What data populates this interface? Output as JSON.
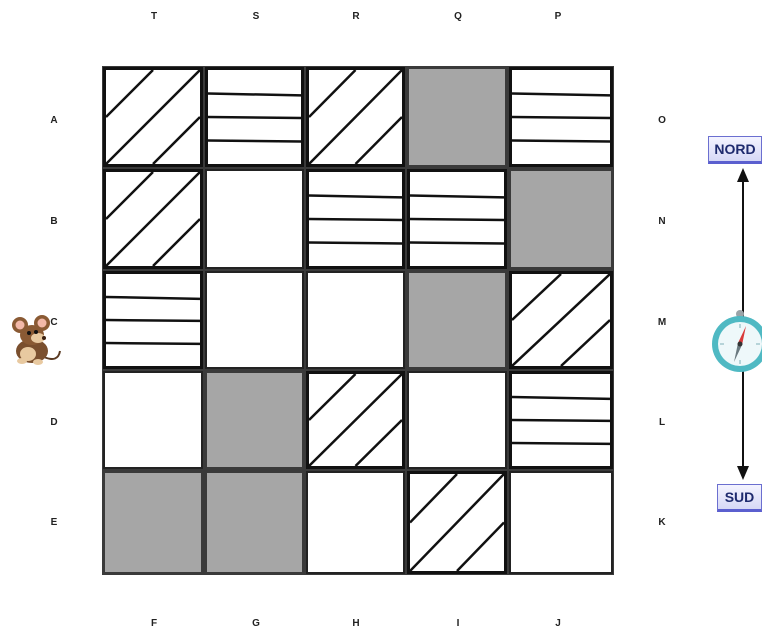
{
  "board": {
    "top_labels": [
      "T",
      "S",
      "R",
      "Q",
      "P"
    ],
    "bottom_labels": [
      "F",
      "G",
      "H",
      "I",
      "J"
    ],
    "left_labels": [
      "A",
      "B",
      "C",
      "D",
      "E"
    ],
    "right_labels": [
      "O",
      "N",
      "M",
      "L",
      "K"
    ],
    "cell_legend": {
      "diag": "diagonal hatched tile",
      "stripes": "horizontal striped tile",
      "gray": "gray tile",
      "empty": "blank tile"
    },
    "rows": [
      [
        "diag",
        "stripes",
        "diag",
        "gray",
        "stripes"
      ],
      [
        "diag",
        "empty",
        "stripes",
        "stripes",
        "gray"
      ],
      [
        "stripes",
        "empty",
        "empty",
        "gray",
        "diag"
      ],
      [
        "empty",
        "gray",
        "diag",
        "empty",
        "stripes"
      ],
      [
        "gray",
        "gray",
        "empty",
        "diag",
        "empty"
      ]
    ],
    "player": {
      "row": 2,
      "icon": "mouse-icon"
    }
  },
  "compass": {
    "north_label": "NORD",
    "south_label": "SUD",
    "icon": "compass-icon"
  },
  "colors": {
    "gray_tile": "#a6a6a6",
    "grid_line": "#3a3a3a",
    "button_border": "#5b5fcf",
    "button_text": "#1e2a6e"
  }
}
